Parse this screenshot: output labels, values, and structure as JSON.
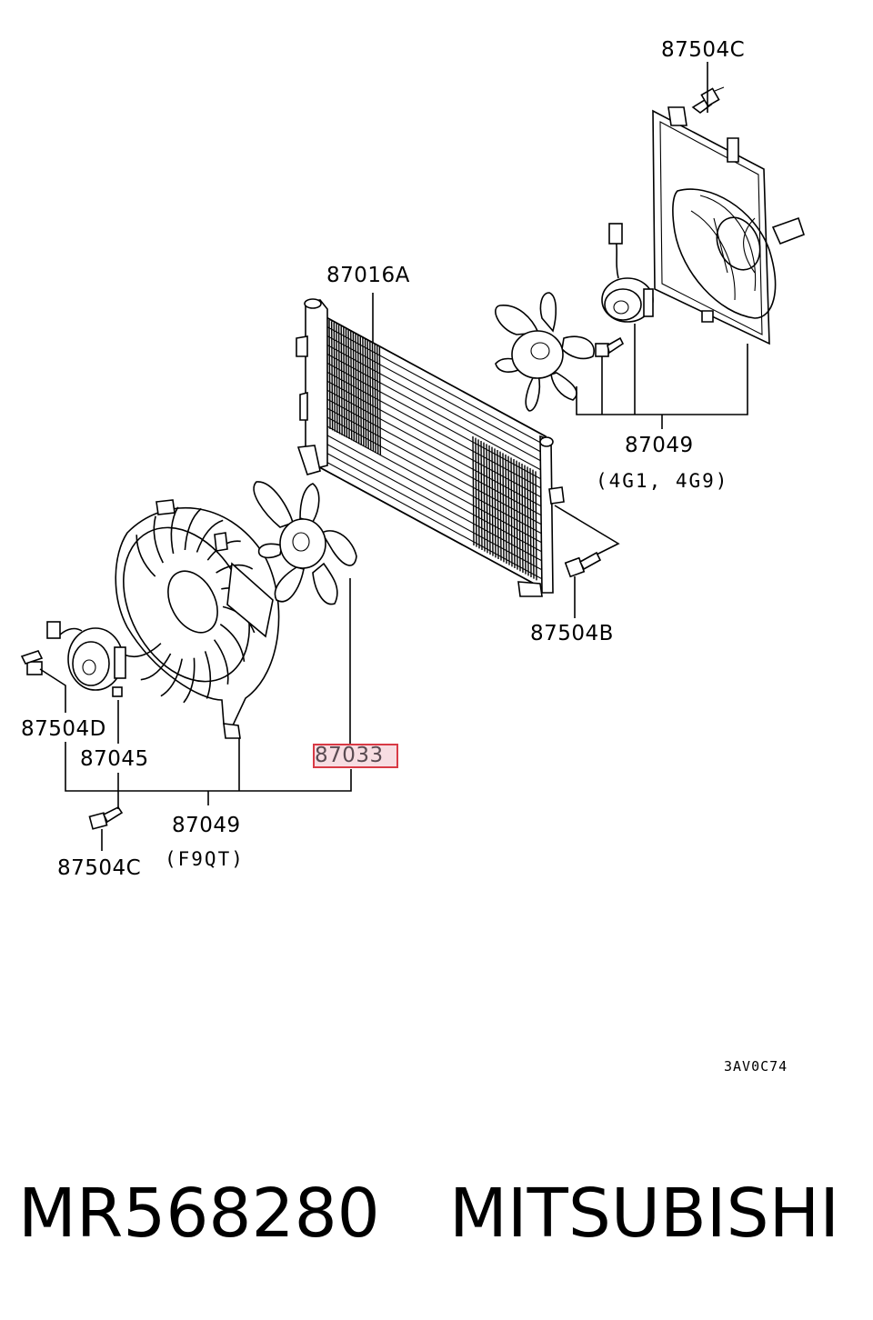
{
  "callouts": {
    "bolt_top": "87504C",
    "condenser": "87016A",
    "fan_set_right": "87049",
    "fan_set_right_variant": "(4G1, 4G9)",
    "bolt_condenser": "87504B",
    "bolt_left": "87504D",
    "motor_left": "87045",
    "fan_blade_left": "87033",
    "fan_set_left": "87049",
    "fan_set_left_variant": "(F9QT)",
    "bolt_bottom": "87504C"
  },
  "diagram_code": "3AV0C74",
  "footer": {
    "part_number": "MR568280",
    "brand": "MITSUBISHI"
  },
  "colors": {
    "highlight_border": "#d83a45",
    "highlight_fill": "#f7dde2"
  }
}
